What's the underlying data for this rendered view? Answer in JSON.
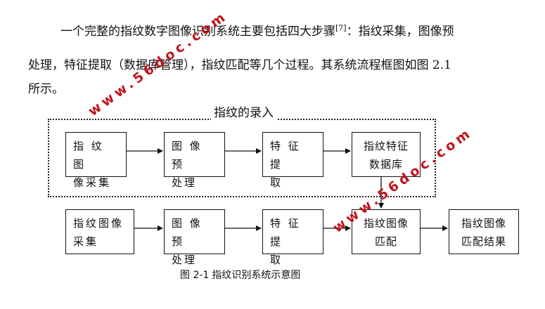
{
  "paragraph": {
    "line1_text": "一个完整的指纹数字图像识别系统主要包括四大步骤",
    "line1_ref": "[7]",
    "line1_tail": "：指纹采集，图像预",
    "line2": "处理，特征提取（数据库管理），指纹匹配等几个过程。其系统流程框图如图 2.1",
    "line3": "所示。"
  },
  "diagram": {
    "group_label": "指纹的录入",
    "row1": [
      {
        "line1": "指 纹 图",
        "line2": "像采集"
      },
      {
        "line1": "图 像 预",
        "line2": "处理"
      },
      {
        "line1": "特 征 提",
        "line2": "取"
      },
      {
        "line1": "指纹特征",
        "line2": "数据库"
      }
    ],
    "row2": [
      {
        "line1": "指纹图像",
        "line2": "采集"
      },
      {
        "line1": "图 像 预",
        "line2": "处理"
      },
      {
        "line1": "特 征 提",
        "line2": "取"
      },
      {
        "line1": "指纹图像",
        "line2": "匹配"
      },
      {
        "line1": "指纹图像",
        "line2": "匹配结果"
      }
    ]
  },
  "caption": {
    "number": "图 2-1",
    "title": "指纹识别系统示意图"
  },
  "watermarks": [
    "www.56doc.com",
    "www.56doc.com"
  ],
  "colors": {
    "text": "#111111",
    "watermark": "#c0141c"
  }
}
